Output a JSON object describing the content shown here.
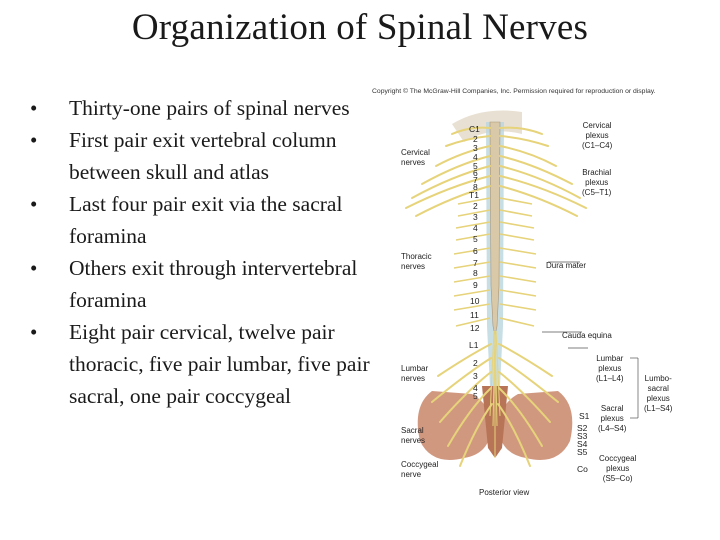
{
  "title": "Organization of Spinal Nerves",
  "bullets": [
    "Thirty-one pairs of spinal nerves",
    "First pair exit vertebral column between skull and atlas",
    "Last four pair exit via the sacral foramina",
    "Others exit through intervertebral foramina",
    "Eight pair cervical, twelve pair thoracic, five pair lumbar, five pair sacral, one pair coccygeal"
  ],
  "figure": {
    "copyright": "Copyright © The McGraw-Hill Companies, Inc. Permission required for reproduction or display.",
    "left_labels": {
      "cervical": [
        "Cervical",
        "nerves"
      ],
      "thoracic": [
        "Thoracic",
        "nerves"
      ],
      "lumbar": [
        "Lumbar",
        "nerves"
      ],
      "sacral": [
        "Sacral",
        "nerves"
      ],
      "coccygeal": [
        "Coccygeal",
        "nerve"
      ]
    },
    "segments": {
      "cervical": [
        "C1",
        "2",
        "3",
        "4",
        "5",
        "6",
        "7",
        "8"
      ],
      "thoracic": [
        "T1",
        "2",
        "3",
        "4",
        "5",
        "6",
        "7",
        "8",
        "9",
        "10",
        "11",
        "12"
      ],
      "lumbar": [
        "L1",
        "2",
        "3",
        "4",
        "5"
      ],
      "sacral": [
        "S1",
        "S2",
        "S3",
        "S4",
        "S5"
      ],
      "coccygeal": "Co"
    },
    "right_labels": {
      "cervical_plexus": [
        "Cervical",
        "plexus",
        "(C1–C4)"
      ],
      "brachial_plexus": [
        "Brachial",
        "plexus",
        "(C5–T1)"
      ],
      "dura_mater": "Dura mater",
      "cauda_equina": "Cauda equina",
      "lumbar_plexus": [
        "Lumbar",
        "plexus",
        "(L1–L4)"
      ],
      "lumbosacral_plexus": [
        "Lumbo-",
        "sacral",
        "plexus",
        "(L1–S4)"
      ],
      "sacral_plexus": [
        "Sacral",
        "plexus",
        "(L4–S4)"
      ],
      "coccygeal_plexus": [
        "Coccygeal",
        "plexus",
        "(S5–Co)"
      ]
    },
    "caption": "Posterior view",
    "colors": {
      "nerve": "#e6d37a",
      "bone": "#c9866a",
      "cord": "#d9c9a8",
      "dura": "#b9d6df"
    }
  }
}
